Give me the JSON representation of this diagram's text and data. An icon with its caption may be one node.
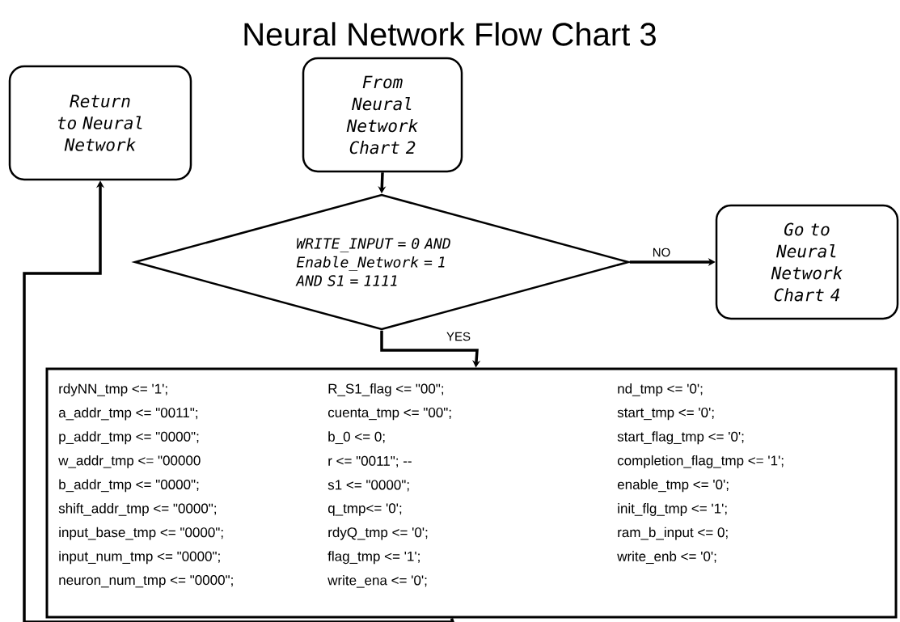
{
  "diagram": {
    "title": "Neural Network Flow Chart 3",
    "nodes": [
      {
        "text": [
          "Return to Neural Network"
        ]
      },
      {
        "text": [
          "From Neural Network Chart 2"
        ]
      },
      {
        "text": [
          "WRITE_INPUT = 0 AND Enable_Network = 1 AND S1 = 1111"
        ]
      },
      {
        "text": [
          "Go to Neural Network Chart 4"
        ]
      },
      {
        "text": [
          "rdyNN_tmp <= '1';",
          "a_addr_tmp <= \"0011\";",
          "p_addr_tmp <= \"0000\";",
          "w_addr_tmp <= \"00000",
          "b_addr_tmp <= \"0000\";",
          "shift_addr_tmp <= \"0000\";",
          "input_base_tmp <= \"0000\";",
          "input_num_tmp <= \"0000\";",
          "neuron_num_tmp <= \"0000\";",
          "R_S1_flag <= \"00\";",
          "cuenta_tmp <= \"00\";",
          "b_0 <= 0;",
          "r <= \"0011\"; --",
          "s1 <= \"0000\";",
          "q_tmp<= '0';",
          "rdyQ_tmp <= '0';",
          "flag_tmp <= '1';",
          "write_ena <= '0';",
          "nd_tmp <= '0';",
          "start_tmp <= '0';",
          "start_flag_tmp <= '0';",
          "completion_flag_tmp <= '1';",
          "enable_tmp <= '0';",
          "init_flg_tmp <= '1';",
          "ram_b_input <= 0;",
          "write_enb <= '0';"
        ]
      }
    ],
    "edges": [
      {
        "from": 1,
        "to": 2,
        "arrow": "to"
      },
      {
        "from": 2,
        "to": 3,
        "arrow": "to",
        "label": "NO"
      },
      {
        "from": 2,
        "to": 4,
        "arrow": "to",
        "label": "YES"
      },
      {
        "from": 4,
        "to": 0,
        "arrow": "to"
      }
    ]
  }
}
